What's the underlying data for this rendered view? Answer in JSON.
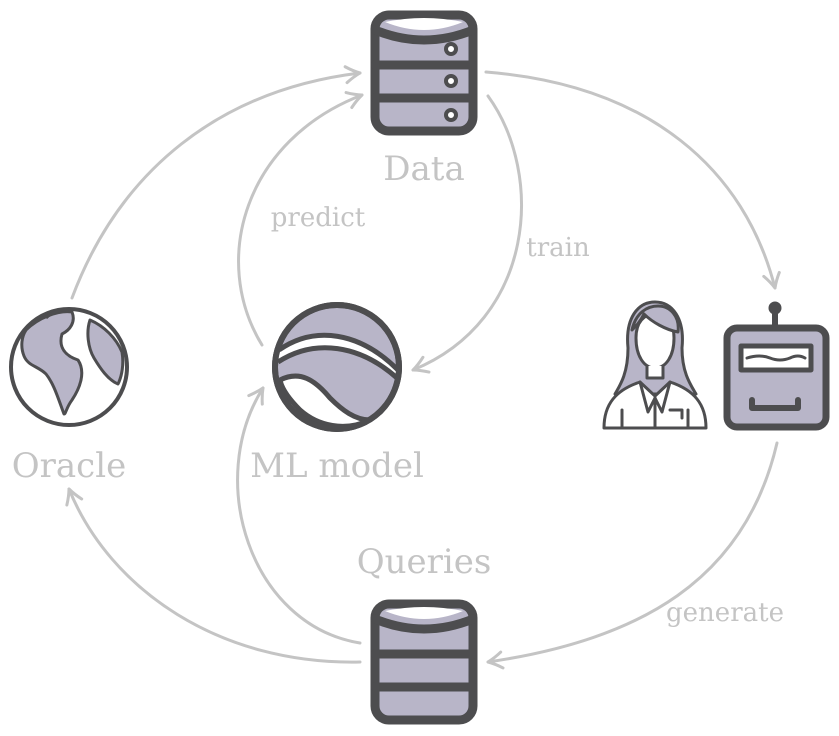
{
  "colors": {
    "ink": "#4d4d4f",
    "fill": "#b8b5c8",
    "arrow": "#c4c4c4",
    "label": "#c4c4c4"
  },
  "nodes": {
    "data": {
      "label": "Data",
      "icon": "database-icon"
    },
    "oracle": {
      "label": "Oracle",
      "icon": "globe-icon"
    },
    "ml_model": {
      "label": "ML model",
      "icon": "sphere-icon"
    },
    "queries": {
      "label": "Queries",
      "icon": "database-icon"
    },
    "generators": {
      "icons": [
        "scientist-icon",
        "robot-icon"
      ]
    }
  },
  "edges": {
    "predict": {
      "label": "predict"
    },
    "train": {
      "label": "train"
    },
    "generate": {
      "label": "generate"
    }
  }
}
